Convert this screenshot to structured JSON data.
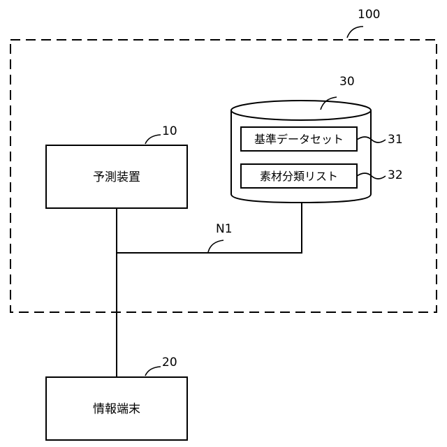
{
  "system": {
    "ref": "100"
  },
  "prediction_device": {
    "ref": "10",
    "label": "予測装置"
  },
  "info_terminal": {
    "ref": "20",
    "label": "情報端末"
  },
  "database": {
    "ref": "30",
    "items": [
      {
        "ref": "31",
        "label": "基準データセット"
      },
      {
        "ref": "32",
        "label": "素材分類リスト"
      }
    ]
  },
  "network": {
    "ref": "N1"
  }
}
